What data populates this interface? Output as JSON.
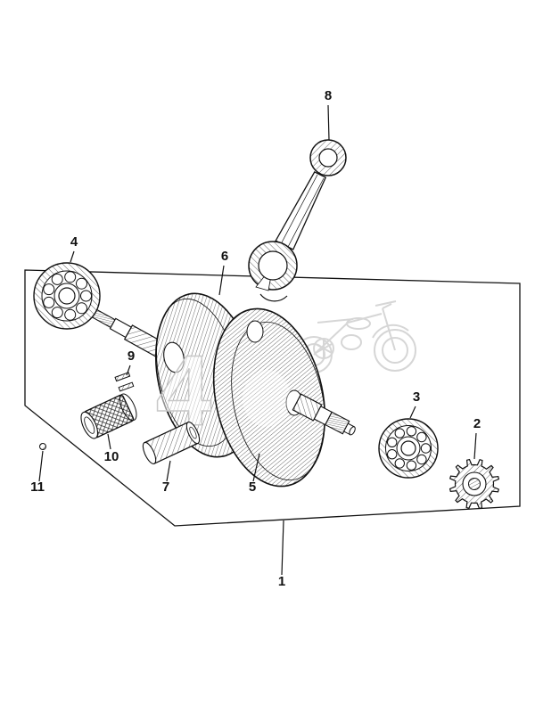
{
  "diagram": {
    "labels": {
      "p1": "1",
      "p2": "2",
      "p3": "3",
      "p4": "4",
      "p5": "5",
      "p6": "6",
      "p7": "7",
      "p8": "8",
      "p9": "9",
      "p10": "10",
      "p11": "11"
    }
  },
  "watermark": {
    "numeral": "4"
  },
  "colors": {
    "line": "#111111",
    "background": "#ffffff",
    "watermark_gray": "#d6d6d6"
  }
}
